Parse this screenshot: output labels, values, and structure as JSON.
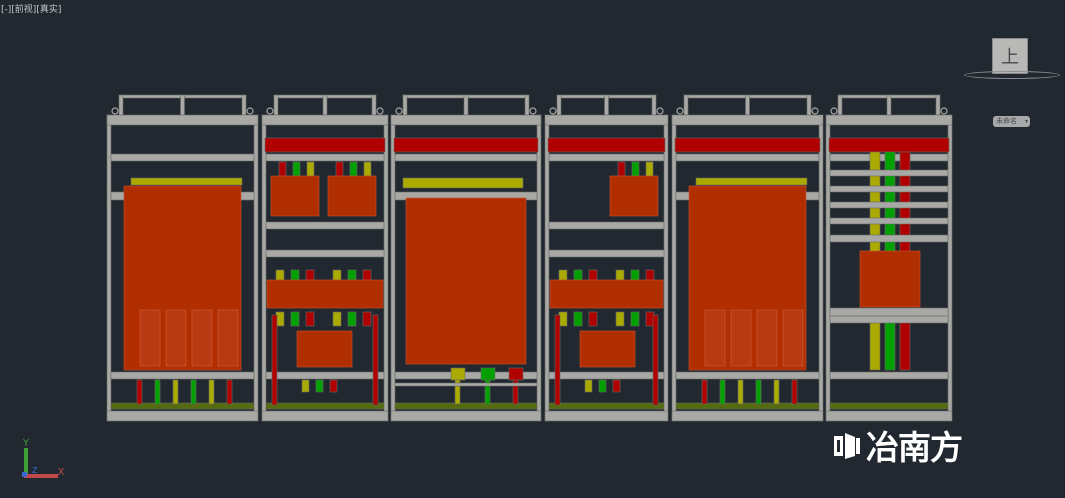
{
  "viewport": {
    "controls": "[-]",
    "view": "[前视]",
    "visual_style": "[真实]"
  },
  "viewcube": {
    "face": "上",
    "ucs_menu": "未命名",
    "ucs_menu_icon": "chevron-down-icon"
  },
  "ucs_icon": {
    "x_label": "X",
    "y_label": "Y",
    "z_label": "Z"
  },
  "logo": {
    "text": "冶南方"
  },
  "drawing": {
    "cabinet_types": [
      "vfd",
      "breaker",
      "panel",
      "breaker",
      "vfd",
      "busbar"
    ],
    "colors": {
      "background": "#212830",
      "frame": "#a8a9a5",
      "busbar_red": "#b00000",
      "equipment_orange": "#b02e00",
      "phase_yellow": "#aaaa00",
      "phase_green": "#00a000",
      "ground_bar": "#556b10"
    }
  }
}
